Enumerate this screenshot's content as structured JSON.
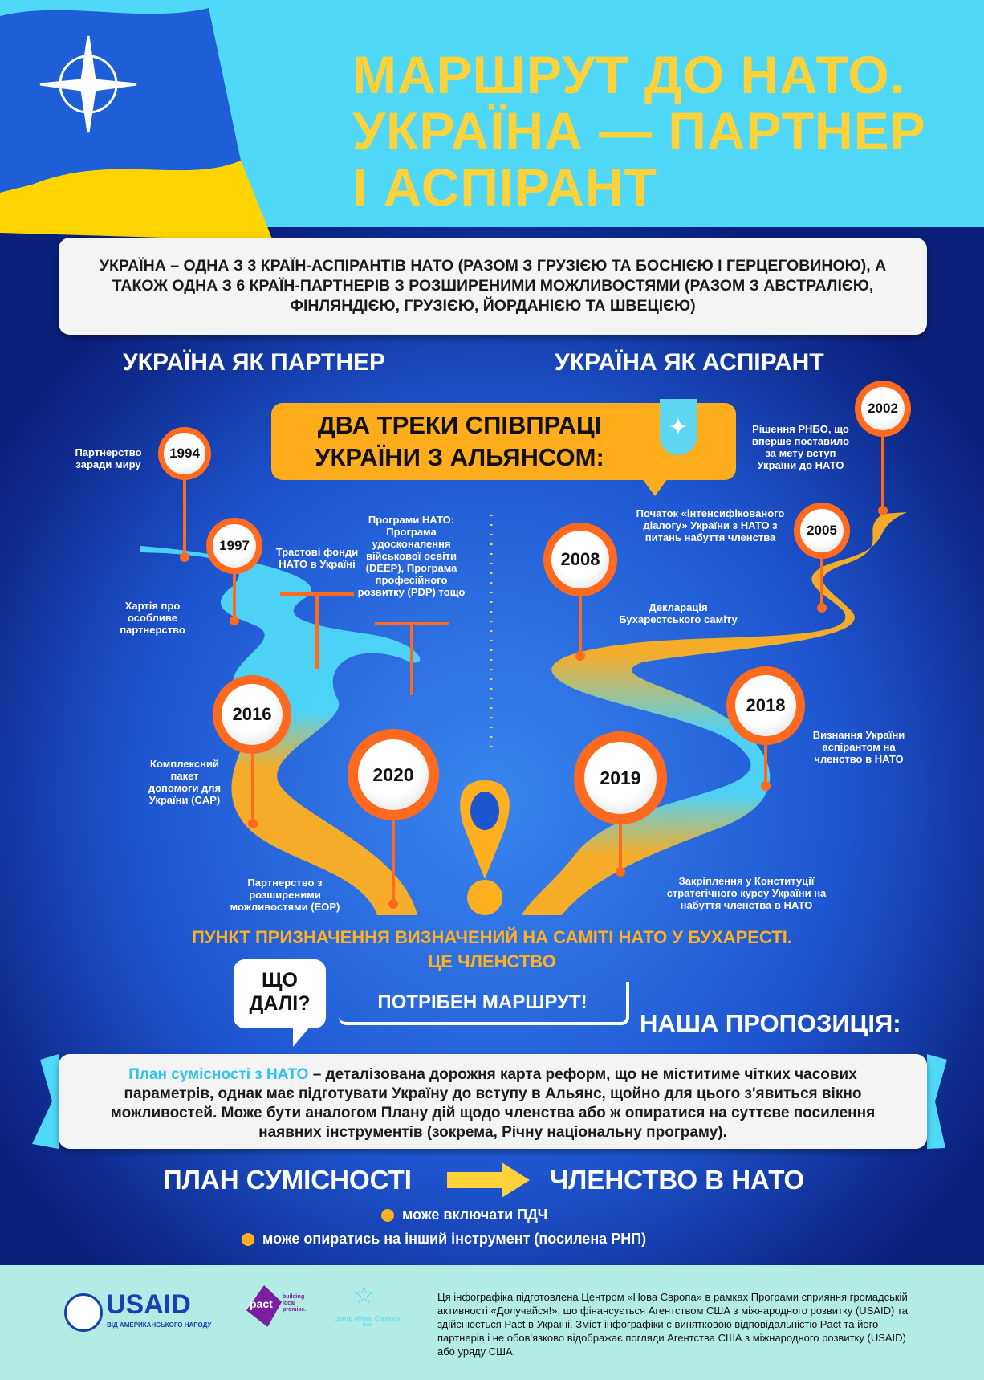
{
  "header": {
    "title_lines": [
      "МАРШРУТ ДО НАТО.",
      "УКРАЇНА — ПАРТНЕР",
      "І АСПІРАНТ"
    ]
  },
  "intro": "УКРАЇНА – ОДНА З 3 КРАЇН-АСПІРАНТІВ НАТО (РАЗОМ З ГРУЗІЄЮ ТА БОСНІЄЮ І ГЕРЦЕГОВИНОЮ), А ТАКОЖ ОДНА З 6 КРАЇН-ПАРТНЕРІВ З РОЗШИРЕНИМИ МОЖЛИВОСТЯМИ (РАЗОМ З АВСТРАЛІЄЮ, ФІНЛЯНДІЄЮ, ГРУЗІЄЮ, ЙОРДАНІЄЮ ТА ШВЕЦІЄЮ)",
  "tracks": {
    "partner": "УКРАЇНА ЯК ПАРТНЕР",
    "aspirant": "УКРАЇНА ЯК АСПІРАНТ",
    "box_lines": [
      "ДВА ТРЕКИ СПІВПРАЦІ",
      "УКРАЇНИ З АЛЬЯНСОМ:"
    ]
  },
  "milestones": {
    "y1994": {
      "year": "1994",
      "label": "Партнерство заради миру"
    },
    "y1997": {
      "year": "1997",
      "label": "Хартія про особливе партнерство"
    },
    "y2016": {
      "year": "2016",
      "label": "Комплексний пакет допомоги для України (CAP)"
    },
    "y2020": {
      "year": "2020",
      "label": "Партнерство з розширеними можливостями (EOP)"
    },
    "y2008": {
      "year": "2008",
      "label": "Декларація Бухарестського саміту"
    },
    "y2019": {
      "year": "2019",
      "label": "Закріплення у Конституції стратегічного курсу України на набуття членства в НАТО"
    },
    "y2018": {
      "year": "2018",
      "label": "Визнання України аспірантом на членство в НАТО"
    },
    "y2005": {
      "year": "2005",
      "label": "Початок «інтенсифікованого діалогу» України з НАТО з питань набуття членства"
    },
    "y2002": {
      "year": "2002",
      "label": "Рішення РНБО, що вперше поставило за мету вступ України до НАТО"
    },
    "trust": "Трастові фонди НАТО в Україні",
    "programs": "Програми НАТО: Програма удосконалення військової освіти (DEEP), Програма професійного розвитку (PDP) тощо"
  },
  "destination": [
    "ПУНКТ ПРИЗНАЧЕННЯ ВИЗНАЧЕНИЙ НА САМІТІ НАТО У БУХАРЕСТІ.",
    "ЦЕ ЧЛЕНСТВО"
  ],
  "next": {
    "question": [
      "ЩО",
      "ДАЛІ?"
    ],
    "need": "ПОТРІБЕН МАРШРУТ!",
    "proposal_title": "НАША ПРОПОЗИЦІЯ:"
  },
  "proposal": {
    "highlight": "План сумісності з НАТО",
    "text": " – деталізована дорожня карта реформ, що не міститиме чітких часових параметрів, однак має підготувати Україну до вступу в Альянс, щойно для цього з'явиться вікно можливостей. Може бути аналогом Плану дій щодо членства або ж опиратися на суттєве посилення наявних інструментів (зокрема, Річну національну програму)."
  },
  "flow": {
    "from": "ПЛАН СУМІСНОСТІ",
    "to": "ЧЛЕНСТВО В НАТО",
    "bullets": [
      "може включати ПДЧ",
      "може опиратись на інший інструмент (посилена РНП)"
    ]
  },
  "footer": {
    "usaid": "USAID",
    "usaid_sub": "ВІД АМЕРИКАНСЬКОГО НАРОДУ",
    "pact": "pact",
    "pact_tag": "building local promise.",
    "ne": "Центр «Нова Європа»",
    "ne_city": "Київ",
    "disclaimer": "Ця інфографіка підготовлена Центром «Нова Європа» в рамках Програми сприяння громадській активності «Долучайся!», що фінансується Агентством США з міжнародного розвитку (USAID) та здійснюється Pact в Україні. Зміст інфографіки є винятковою відповідальністю Pact та його партнерів і не обов'язково відображає погляди Агентства США з міжнародного розвитку (USAID) або уряду США."
  },
  "colors": {
    "accent": "#ffad1c",
    "pin": "#ff6a1f",
    "sky": "#4fd8f8",
    "navy": "#0d2a8a"
  }
}
